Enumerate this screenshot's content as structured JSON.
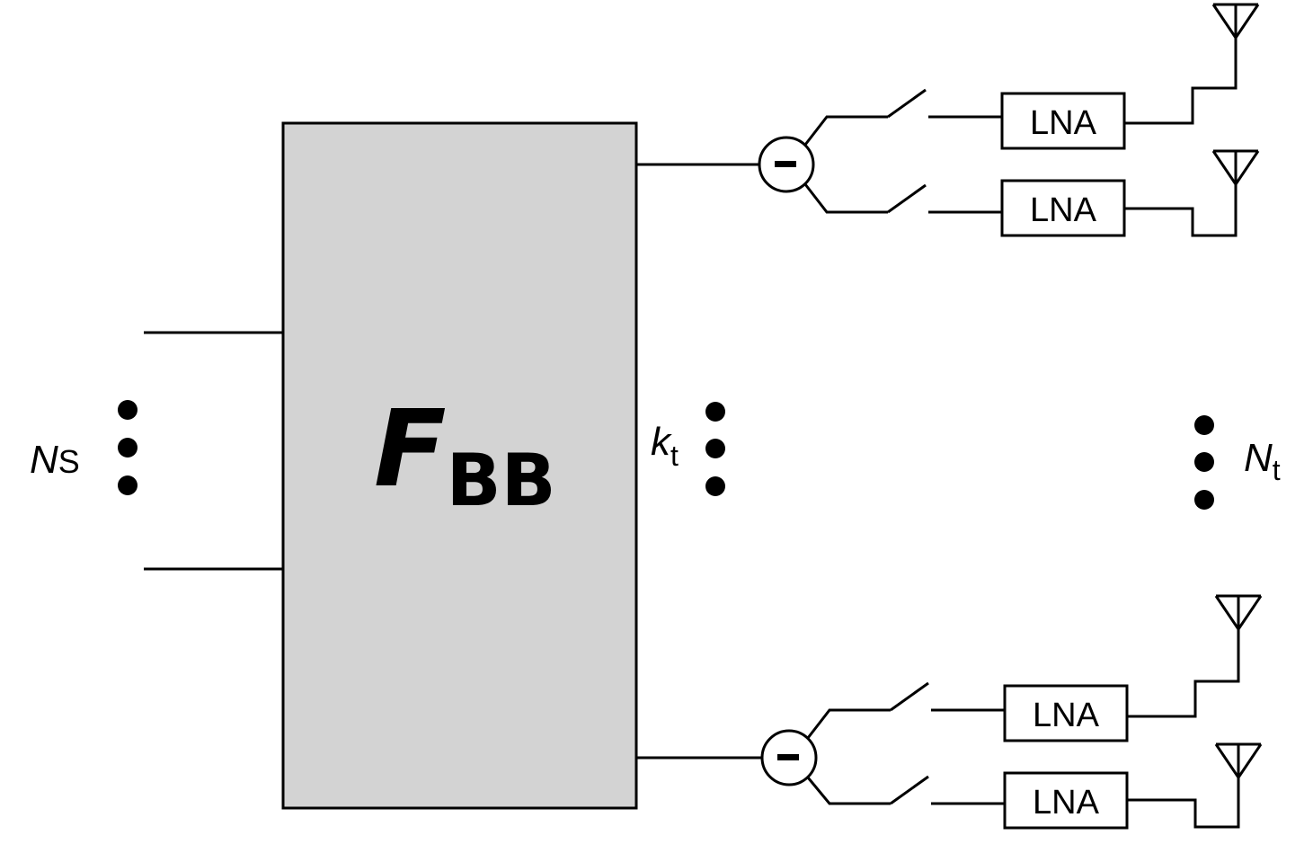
{
  "block": {
    "symbol": "F",
    "subscript": "BB",
    "fill": "#d3d3d3"
  },
  "labels": {
    "ns_symbol": "N",
    "ns_subscript": "S",
    "kt_symbol": "k",
    "kt_subscript": "t",
    "nt_symbol": "N",
    "nt_subscript": "t"
  },
  "chains": [
    {
      "lna_label": "LNA"
    },
    {
      "lna_label": "LNA"
    },
    {
      "lna_label": "LNA"
    },
    {
      "lna_label": "LNA"
    }
  ],
  "splitter_symbol": "−"
}
